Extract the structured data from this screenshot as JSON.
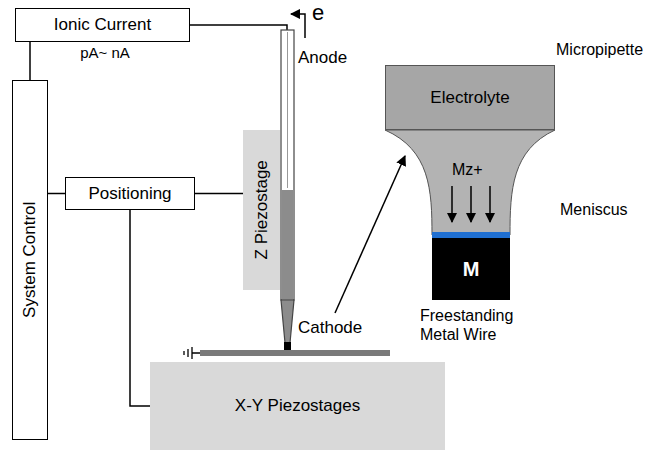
{
  "diagram": {
    "nodes": [
      {
        "text": [
          "Ionic Current"
        ]
      },
      {
        "text": [
          "System Control"
        ]
      },
      {
        "text": [
          "Positioning"
        ]
      },
      {
        "text": [
          "Z Piezostage"
        ]
      },
      {
        "text": [
          "X-Y Piezostages"
        ]
      },
      {
        "text": [
          "Electrolyte"
        ]
      },
      {
        "text": [
          "M"
        ]
      }
    ],
    "edges": [
      {
        "from": 0,
        "to": 1,
        "arrow": "none"
      },
      {
        "from": 1,
        "to": 2,
        "arrow": "none"
      },
      {
        "from": 2,
        "to": 3,
        "arrow": "none"
      },
      {
        "from": 2,
        "to": 4,
        "arrow": "none"
      }
    ],
    "labels": [
      "pA~ nA",
      "e",
      "Anode",
      "Cathode",
      "Micropipette",
      "Mz+",
      "Meniscus",
      "Freestanding Metal Wire"
    ]
  }
}
